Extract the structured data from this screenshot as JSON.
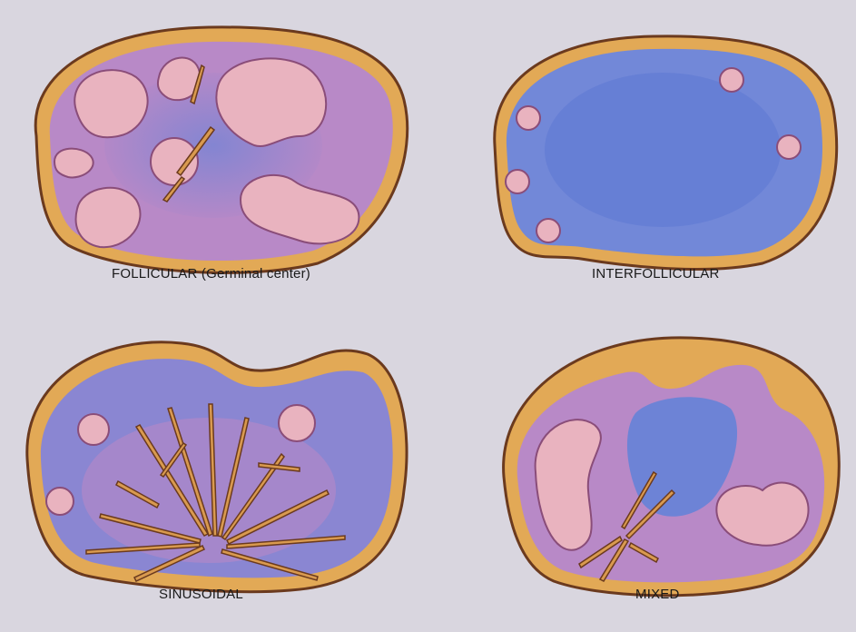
{
  "figure": {
    "panels": [
      {
        "id": "follicular",
        "label": "FOLLICULAR (Germinal center)"
      },
      {
        "id": "interfollicular",
        "label": "INTERFOLLICULAR"
      },
      {
        "id": "sinusoidal",
        "label": "SINUSOIDAL"
      },
      {
        "id": "mixed",
        "label": "MIXED"
      }
    ]
  },
  "colors": {
    "capsule": "#e2a956",
    "capsule_edge": "#6b3a1e",
    "parenchyma": "#b889c7",
    "diffuse_blue": "#6d83d6",
    "follicle": "#e9b3bf",
    "follicle_edge": "#8a4d79",
    "sinus": "#d99a4f"
  }
}
